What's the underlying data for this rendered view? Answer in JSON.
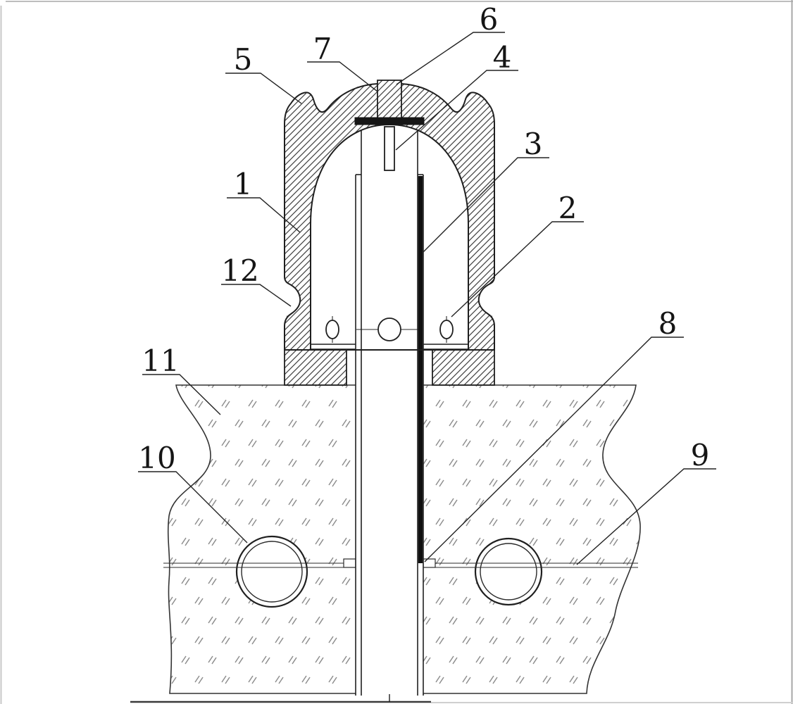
{
  "figure": {
    "description": "Patent-style cross-section drawing of a capped tubular assembly anchored in a hatched foundation, with numbered part callouts",
    "part_labels": {
      "p1": "1",
      "p2": "2",
      "p3": "3",
      "p4": "4",
      "p5": "5",
      "p6": "6",
      "p7": "7",
      "p8": "8",
      "p9": "9",
      "p10": "10",
      "p11": "11",
      "p12": "12"
    },
    "colors": {
      "line": "#1f1f1f",
      "metal_hatch": "#3f3f3f",
      "masonry_mark": "#8e8e8e",
      "background": "#ffffff",
      "heavy_wall": "#101010"
    }
  }
}
